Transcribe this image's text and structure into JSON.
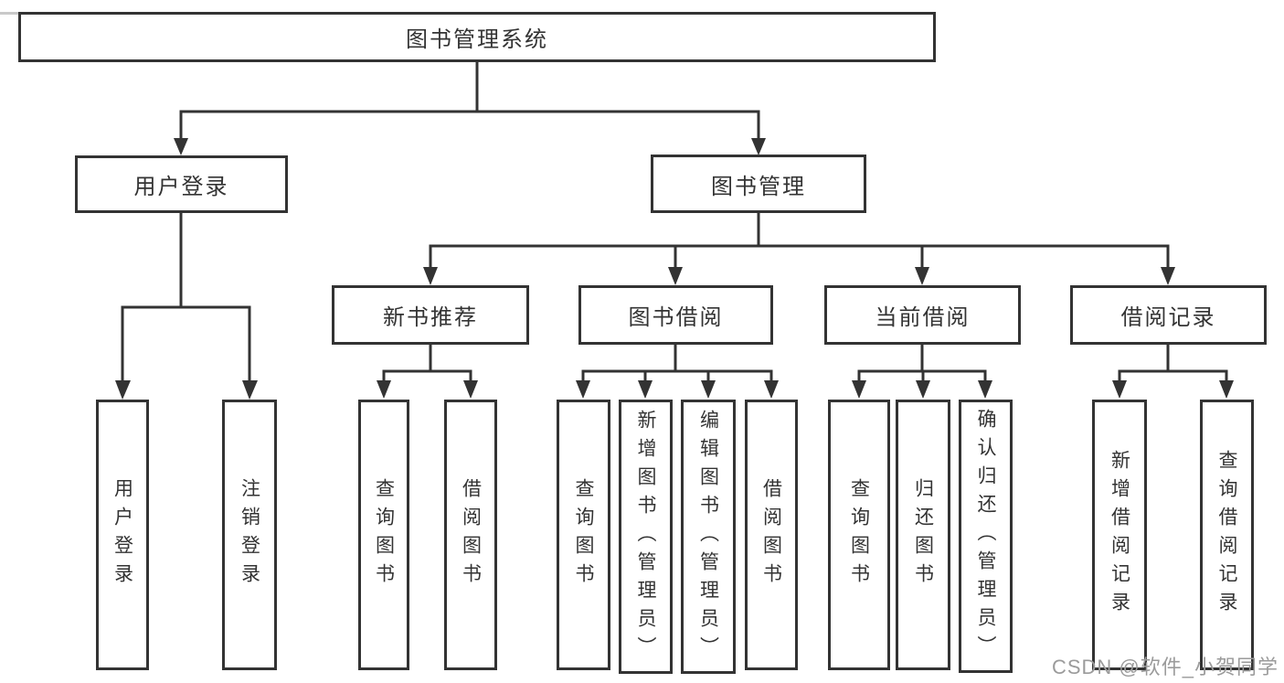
{
  "tree": {
    "root": {
      "label": "图书管理系统",
      "children": [
        {
          "label": "用户登录",
          "children": [
            {
              "label": "用户登录"
            },
            {
              "label": "注销登录"
            }
          ]
        },
        {
          "label": "图书管理",
          "children": [
            {
              "label": "新书推荐",
              "children": [
                {
                  "label": "查询图书"
                },
                {
                  "label": "借阅图书"
                }
              ]
            },
            {
              "label": "图书借阅",
              "children": [
                {
                  "label": "查询图书"
                },
                {
                  "label": "新增图书（管理员）"
                },
                {
                  "label": "编辑图书（管理员）"
                },
                {
                  "label": "借阅图书"
                }
              ]
            },
            {
              "label": "当前借阅",
              "children": [
                {
                  "label": "查询图书"
                },
                {
                  "label": "归还图书"
                },
                {
                  "label": "确认归还（管理员）"
                }
              ]
            },
            {
              "label": "借阅记录",
              "children": [
                {
                  "label": "新增借阅记录"
                },
                {
                  "label": "查询借阅记录"
                }
              ]
            }
          ]
        }
      ]
    }
  },
  "watermark": {
    "text": "CSDN @软件_小贺同学"
  },
  "colors": {
    "stroke": "#333333",
    "text": "#333333",
    "watermark": "#9b9b9b",
    "background": "#ffffff"
  }
}
